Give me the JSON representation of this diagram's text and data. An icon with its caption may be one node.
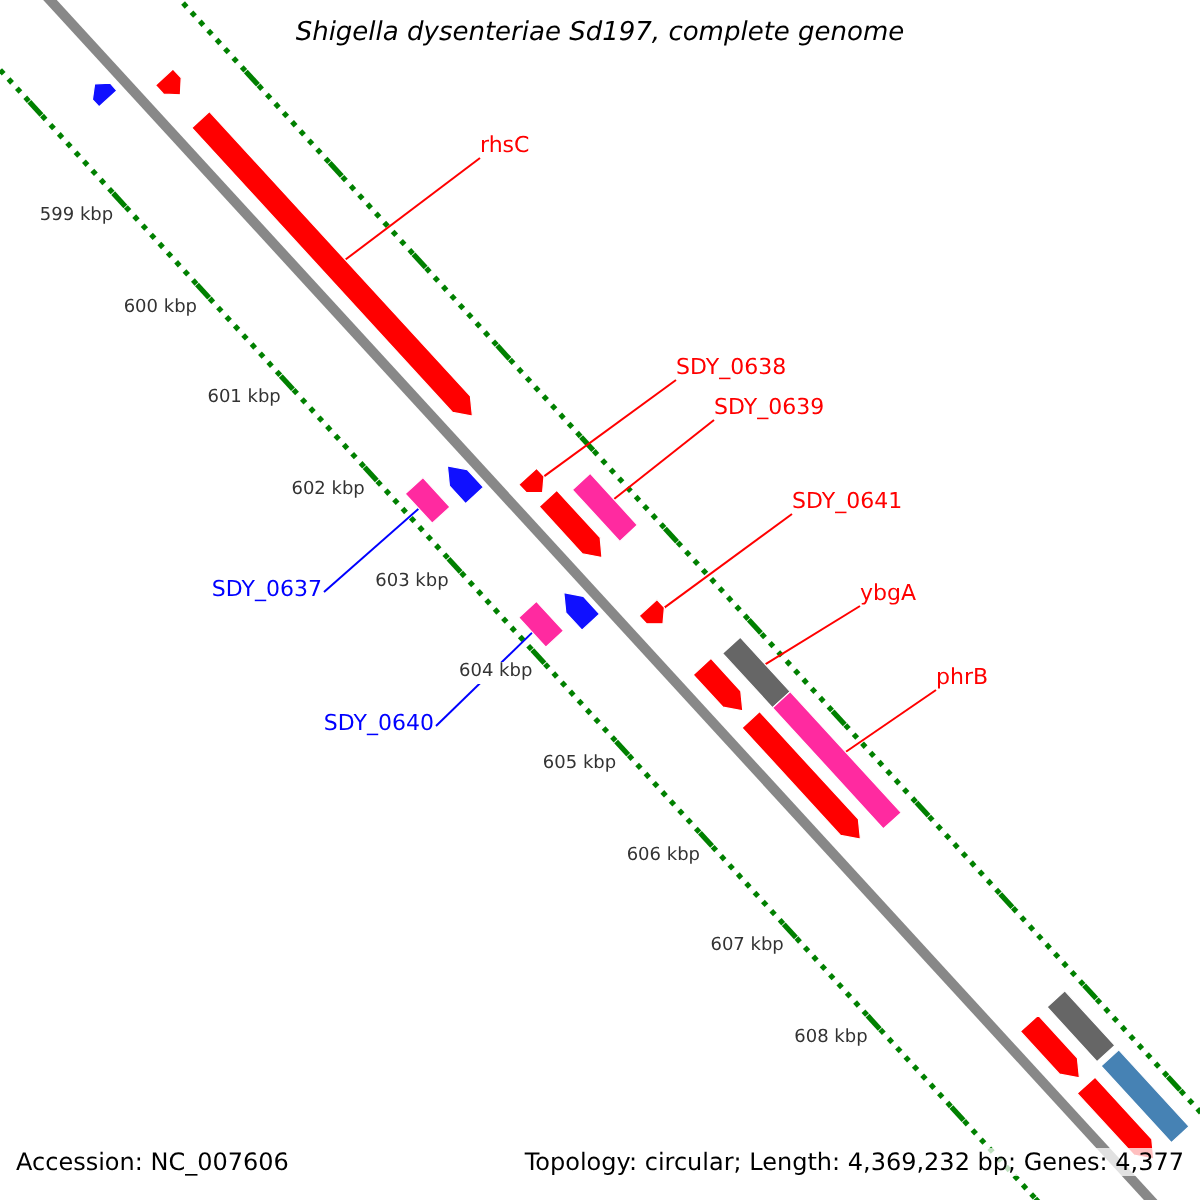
{
  "diagram": {
    "title": "Shigella dysenteriae Sd197, complete genome",
    "nodes": [
      {
        "text": [
          "rhsC"
        ]
      },
      {
        "text": [
          "SDY_0638"
        ]
      },
      {
        "text": [
          "SDY_0639"
        ]
      },
      {
        "text": [
          "SDY_0641"
        ]
      },
      {
        "text": [
          "SDY_0637"
        ]
      },
      {
        "text": [
          "ybgA"
        ]
      },
      {
        "text": [
          "phrB"
        ]
      },
      {
        "text": [
          "SDY_0640"
        ]
      },
      {
        "text": [],
        "shape": "bar"
      },
      {
        "text": [],
        "shape": "bar"
      },
      {
        "text": [],
        "shape": "bar"
      },
      {
        "text": [],
        "shape": "bar"
      },
      {
        "text": [],
        "shape": "bar"
      },
      {
        "text": [],
        "shape": "bar"
      },
      {
        "text": [],
        "shape": "bar"
      },
      {
        "text": [],
        "shape": "bar"
      },
      {
        "text": [],
        "shape": "bar"
      },
      {
        "text": [],
        "shape": "bar"
      },
      {
        "text": [],
        "shape": "bar"
      },
      {
        "text": [],
        "shape": "bar"
      },
      {
        "text": [],
        "shape": "bar"
      },
      {
        "text": [],
        "shape": "bar"
      },
      {
        "text": [],
        "shape": "bar"
      },
      {
        "text": [],
        "shape": "bar"
      },
      {
        "text": [],
        "shape": "bar"
      },
      {
        "text": [],
        "shape": "bar"
      },
      {
        "text": [],
        "shape": "bar"
      }
    ],
    "edges": [
      {
        "from": 0,
        "to": 10,
        "arrow": "none"
      },
      {
        "from": 1,
        "to": 13,
        "arrow": "none"
      },
      {
        "from": 2,
        "to": 15,
        "arrow": "none"
      },
      {
        "from": 3,
        "to": 18,
        "arrow": "none"
      },
      {
        "from": 4,
        "to": 11,
        "arrow": "none",
        "color": "#0000ff"
      },
      {
        "from": 5,
        "to": 20,
        "arrow": "none"
      },
      {
        "from": 6,
        "to": 22,
        "arrow": "none"
      },
      {
        "from": 7,
        "to": 16,
        "arrow": "none",
        "color": "#0000ff"
      }
    ],
    "labels": [
      "599 kbp",
      "600 kbp",
      "601 kbp",
      "602 kbp",
      "603 kbp",
      "604 kbp",
      "605 kbp",
      "606 kbp",
      "607 kbp",
      "608 kbp",
      "Accession: NC_007606",
      "Topology: circular; Length: 4,369,232 bp; Genes: 4,377"
    ]
  }
}
